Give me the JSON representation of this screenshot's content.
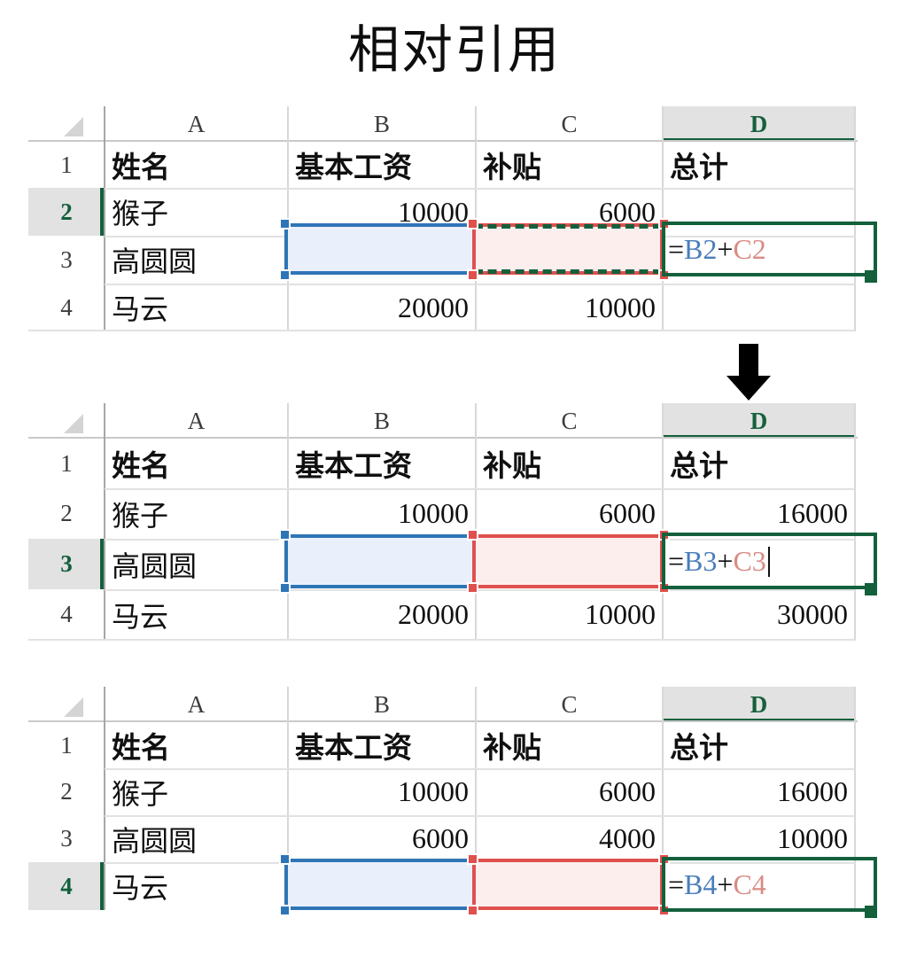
{
  "title": "相对引用",
  "columns": [
    "A",
    "B",
    "C",
    "D"
  ],
  "selected_column": "D",
  "row_numbers": [
    "1",
    "2",
    "3",
    "4"
  ],
  "headers": {
    "a": "姓名",
    "b": "基本工资",
    "c": "补贴",
    "d": "总计"
  },
  "names": [
    "猴子",
    "高圆圆",
    "马云"
  ],
  "base_salary": [
    "10000",
    "6000",
    "20000"
  ],
  "subsidy": [
    "6000",
    "4000",
    "10000"
  ],
  "formula_parts": {
    "eq": "=",
    "plus": "+"
  },
  "tables": [
    {
      "id": "table-1",
      "selected_row": "2",
      "totals": [
        "",
        "",
        ""
      ],
      "formula_row_index": 0,
      "formula": {
        "ref_b": "B2",
        "ref_c": "C2"
      },
      "c_ref_style": "red-dashed-green"
    },
    {
      "id": "table-2",
      "selected_row": "3",
      "totals": [
        "16000",
        "",
        "30000"
      ],
      "formula_row_index": 1,
      "formula": {
        "ref_b": "B3",
        "ref_c": "C3"
      },
      "c_ref_style": "red-solid"
    },
    {
      "id": "table-3",
      "selected_row": "4",
      "totals": [
        "16000",
        "10000",
        ""
      ],
      "formula_row_index": 2,
      "formula": {
        "ref_b": "B4",
        "ref_c": "C4"
      },
      "c_ref_style": "red-solid"
    }
  ],
  "arrow": {
    "name": "down-arrow"
  },
  "colors": {
    "header_selected_bg": "#e2e2e2",
    "accent_green": "#14603c",
    "ref_blue": "#2e75b6",
    "ref_red": "#e0504d",
    "formula_blue_text": "#4a7ebb",
    "formula_red_text": "#d98b85",
    "grid_line": "#d8d8d8"
  }
}
